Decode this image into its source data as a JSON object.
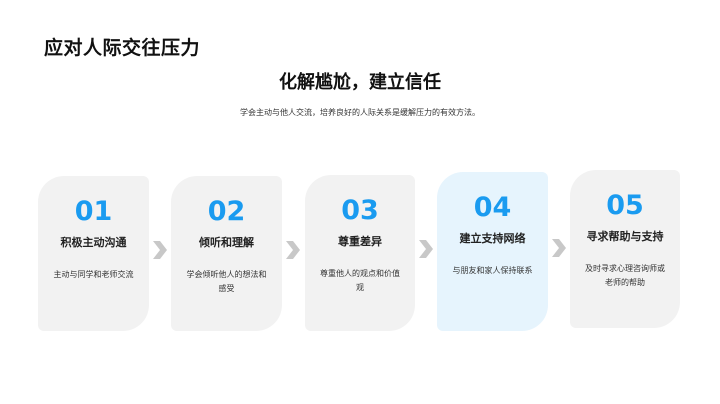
{
  "header": {
    "title": "应对人际交往压力",
    "subtitle": "化解尴尬，建立信任",
    "description": "学会主动与他人交流，培养良好的人际关系是缓解压力的有效方法。"
  },
  "colors": {
    "accent": "#1a9bf0",
    "card_bg": "#f2f2f2",
    "card_active_bg": "#e6f4fd",
    "arrow": "#c8c8c8"
  },
  "steps": [
    {
      "number": "01",
      "title": "积极主动沟通",
      "text": "主动与同学和老师交流"
    },
    {
      "number": "02",
      "title": "倾听和理解",
      "text": "学会倾听他人的想法和感受"
    },
    {
      "number": "03",
      "title": "尊重差异",
      "text": "尊重他人的观点和价值观"
    },
    {
      "number": "04",
      "title": "建立支持网络",
      "text": "与朋友和家人保持联系"
    },
    {
      "number": "05",
      "title": "寻求帮助与支持",
      "text": "及时寻求心理咨询师或老师的帮助"
    }
  ]
}
